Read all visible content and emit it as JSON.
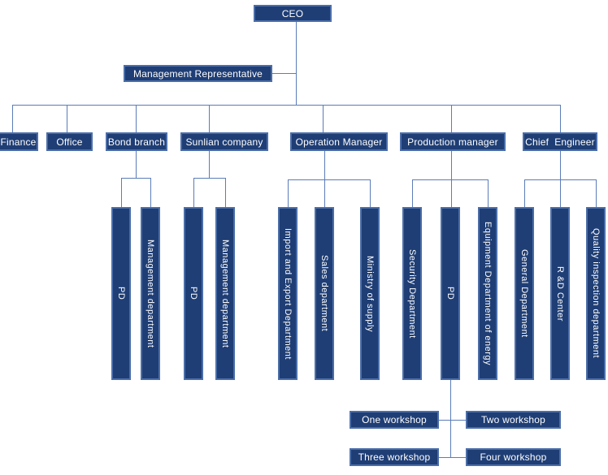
{
  "colors": {
    "box_fill": "#1f3e75",
    "box_border": "#4b6ea9",
    "connector_line": "#5b7cb8",
    "text": "#ffffff"
  },
  "org": {
    "ceo": "CEO",
    "management_representative": "Management Representative",
    "departments": {
      "finance": "Finance",
      "office": "Office",
      "bond_branch": "Bond branch",
      "sunlian_company": "Sunlian company",
      "operation_manager": "Operation Manager",
      "production_manager": "Production manager",
      "chief_engineer": "Chief  Engineer"
    },
    "bond_branch_children": {
      "pd": "PD",
      "management_department": "Management department"
    },
    "sunlian_children": {
      "pd": "PD",
      "management_department": "Management department"
    },
    "operation_children": {
      "import_export": "Import and Export Department",
      "sales": "Sales department",
      "ministry_supply": "Ministry of supply"
    },
    "production_children": {
      "security": "Security Department",
      "pd": "PD",
      "equipment_energy": "Equipment Department of energy"
    },
    "chief_children": {
      "general": "General Department",
      "rd_center": "R &D Center",
      "quality": "Quality inspection department"
    },
    "workshops": {
      "one": "One workshop",
      "two": "Two workshop",
      "three": "Three workshop",
      "four": "Four workshop"
    }
  }
}
